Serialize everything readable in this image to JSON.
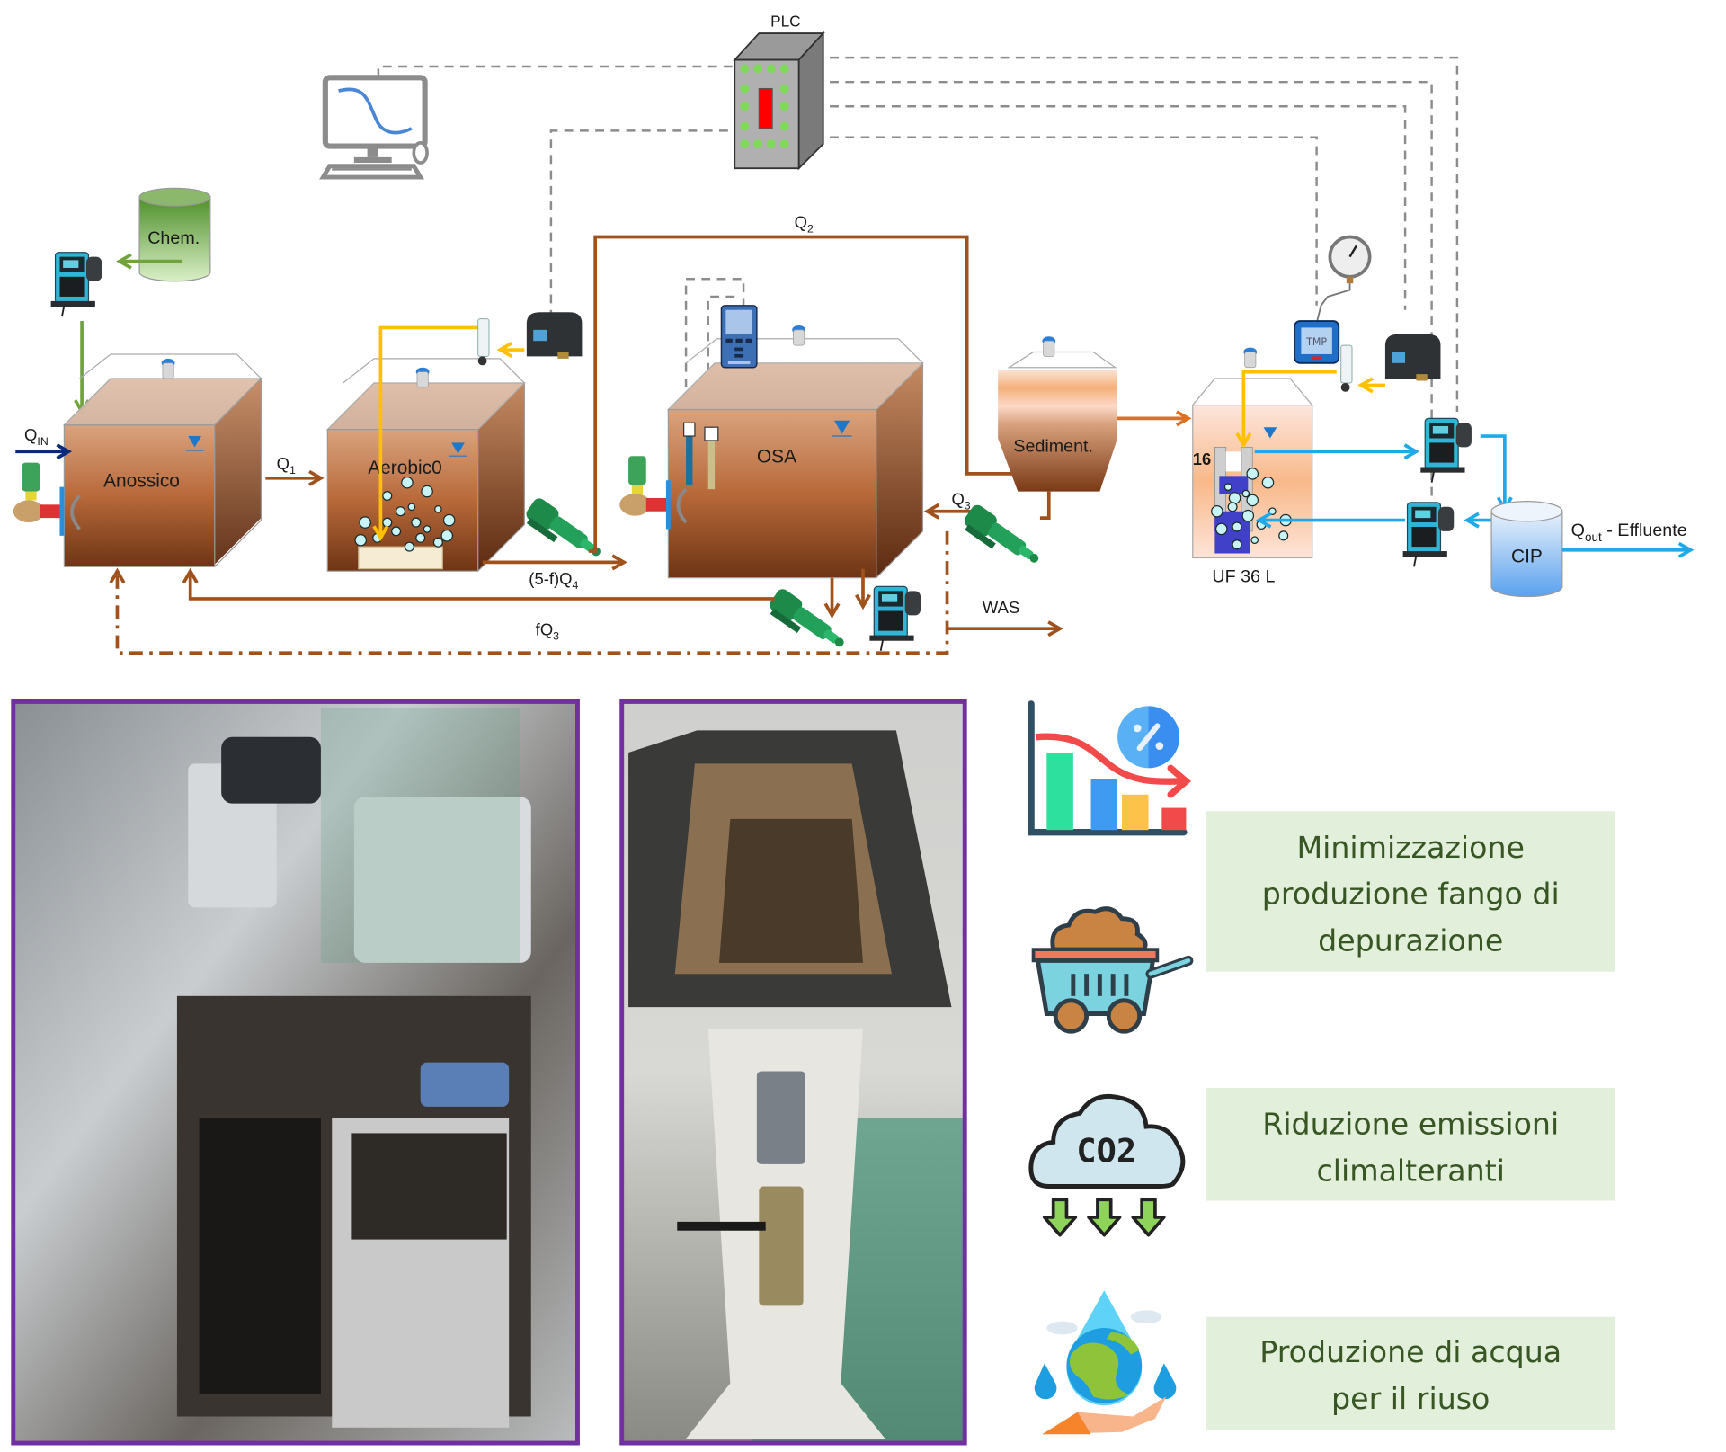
{
  "diagram": {
    "control": {
      "plc_label": "PLC",
      "computer": "computer-monitor-icon"
    },
    "tanks": [
      {
        "id": "anoxic",
        "label": "Anossico"
      },
      {
        "id": "aerobic",
        "label": "Aerobic0"
      },
      {
        "id": "osa",
        "label": "OSA"
      },
      {
        "id": "settler",
        "label": "Sediment."
      },
      {
        "id": "uf",
        "label": "UF 36 L",
        "module_number": "16"
      },
      {
        "id": "cip",
        "label": "CIP"
      },
      {
        "id": "chem",
        "label": "Chem."
      }
    ],
    "instruments": {
      "tmp_label": "TMP"
    },
    "flows": {
      "q_in": {
        "base": "Q",
        "sub": "IN"
      },
      "q1": {
        "base": "Q",
        "sub": "1"
      },
      "q2": {
        "base": "Q",
        "sub": "2"
      },
      "q3": {
        "base": "Q",
        "sub": "3"
      },
      "q4": {
        "prefix": "(5-f)Q",
        "sub": "4"
      },
      "fq3": {
        "prefix": "fQ",
        "sub": "3"
      },
      "was": "WAS",
      "q_out": {
        "base": "Q",
        "sub": "out",
        "suffix": " - Effluente"
      }
    },
    "colors": {
      "sludge_line": "#a0521c",
      "air_line": "#ffc000",
      "permeate_line": "#1fa9e8",
      "chem_line": "#70a33c",
      "signal_line": "#8c8c8c",
      "influent_line": "#0a2b7a",
      "photo_frame": "#7030a0",
      "benefit_bg": "#e2efda",
      "benefit_text": "#375623"
    }
  },
  "photos": [
    {
      "name": "pilot-plant-photo",
      "alt": "Pilot plant tanks (anoxic, aerobic, OSA reactors)"
    },
    {
      "name": "osa-reactor-photo",
      "alt": "OSA reactor detail with probes and valve"
    }
  ],
  "benefits": [
    {
      "icon": "declining-chart-icon",
      "lines": []
    },
    {
      "icon": "sludge-cart-icon",
      "lines": [
        "Minimizzazione",
        "produzione fango di",
        "depurazione"
      ]
    },
    {
      "icon": "co2-cloud-icon",
      "lines": [
        "Riduzione emissioni",
        "climalteranti"
      ],
      "co2_text": "CO2"
    },
    {
      "icon": "water-reuse-icon",
      "lines": [
        "Produzione di acqua",
        "per il riuso"
      ]
    }
  ]
}
